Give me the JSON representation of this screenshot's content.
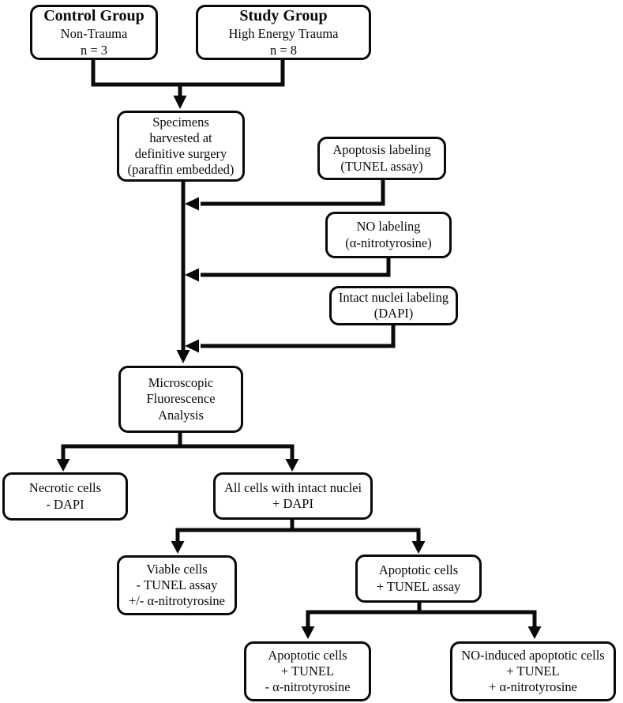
{
  "diagram": {
    "type": "flowchart",
    "background_color": "#ffffff",
    "line_color": "#0a0a0a",
    "nodes": {
      "control_group": {
        "lines": [
          "Control Group",
          "Non-Trauma",
          "n = 3"
        ]
      },
      "study_group": {
        "lines": [
          "Study Group",
          "High Energy Trauma",
          "n = 8"
        ]
      },
      "specimens": {
        "lines": [
          "Specimens",
          "harvested at",
          "definitive surgery",
          "(paraffin embedded)"
        ]
      },
      "apoptosis_labeling": {
        "lines": [
          "Apoptosis labeling",
          "(TUNEL assay)"
        ]
      },
      "no_labeling": {
        "lines": [
          "NO labeling",
          "(α-nitrotyrosine)"
        ]
      },
      "intact_nuclei_labeling": {
        "lines": [
          "Intact nuclei labeling",
          "(DAPI)"
        ]
      },
      "microscopic_analysis": {
        "lines": [
          "Microscopic",
          "Fluorescence",
          "Analysis"
        ]
      },
      "necrotic_cells": {
        "lines": [
          "Necrotic cells",
          "- DAPI"
        ]
      },
      "all_cells_intact_nuclei": {
        "lines": [
          "All cells with intact nuclei",
          "+ DAPI"
        ]
      },
      "viable_cells": {
        "lines": [
          "Viable cells",
          "- TUNEL assay",
          "+/- α-nitrotyrosine"
        ]
      },
      "apoptotic_cells": {
        "lines": [
          "Apoptotic cells",
          "+ TUNEL assay"
        ]
      },
      "apoptotic_tunel_no_nitro": {
        "lines": [
          "Apoptotic cells",
          "+ TUNEL",
          "- α-nitrotyrosine"
        ]
      },
      "no_induced_apoptotic": {
        "lines": [
          "NO-induced apoptotic cells",
          "+ TUNEL",
          "+ α-nitrotyrosine"
        ]
      }
    },
    "edges": [
      {
        "from": "control_group",
        "to": "specimens"
      },
      {
        "from": "study_group",
        "to": "specimens"
      },
      {
        "from": "apoptosis_labeling",
        "to": "microscopic_analysis"
      },
      {
        "from": "no_labeling",
        "to": "microscopic_analysis"
      },
      {
        "from": "intact_nuclei_labeling",
        "to": "microscopic_analysis"
      },
      {
        "from": "specimens",
        "to": "microscopic_analysis"
      },
      {
        "from": "microscopic_analysis",
        "to": "necrotic_cells"
      },
      {
        "from": "microscopic_analysis",
        "to": "all_cells_intact_nuclei"
      },
      {
        "from": "all_cells_intact_nuclei",
        "to": "viable_cells"
      },
      {
        "from": "all_cells_intact_nuclei",
        "to": "apoptotic_cells"
      },
      {
        "from": "apoptotic_cells",
        "to": "apoptotic_tunel_no_nitro"
      },
      {
        "from": "apoptotic_cells",
        "to": "no_induced_apoptotic"
      }
    ]
  }
}
